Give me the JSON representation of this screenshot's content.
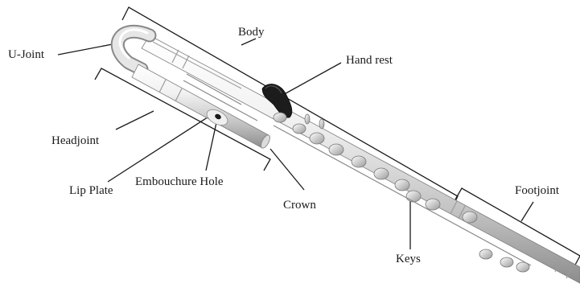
{
  "diagram": {
    "labels": {
      "body": "Body",
      "u_joint": "U-Joint",
      "hand_rest": "Hand rest",
      "headjoint": "Headjoint",
      "lip_plate": "Lip Plate",
      "embouchure_hole": "Embouchure Hole",
      "crown": "Crown",
      "keys": "Keys",
      "footjoint": "Footjoint"
    },
    "colors": {
      "leader_line": "#1a1a1a",
      "metal_light": "#f4f4f4",
      "metal_mid": "#c9c9c9",
      "metal_dark": "#8e8e8e",
      "hand_rest": "#1c1c1c"
    }
  }
}
